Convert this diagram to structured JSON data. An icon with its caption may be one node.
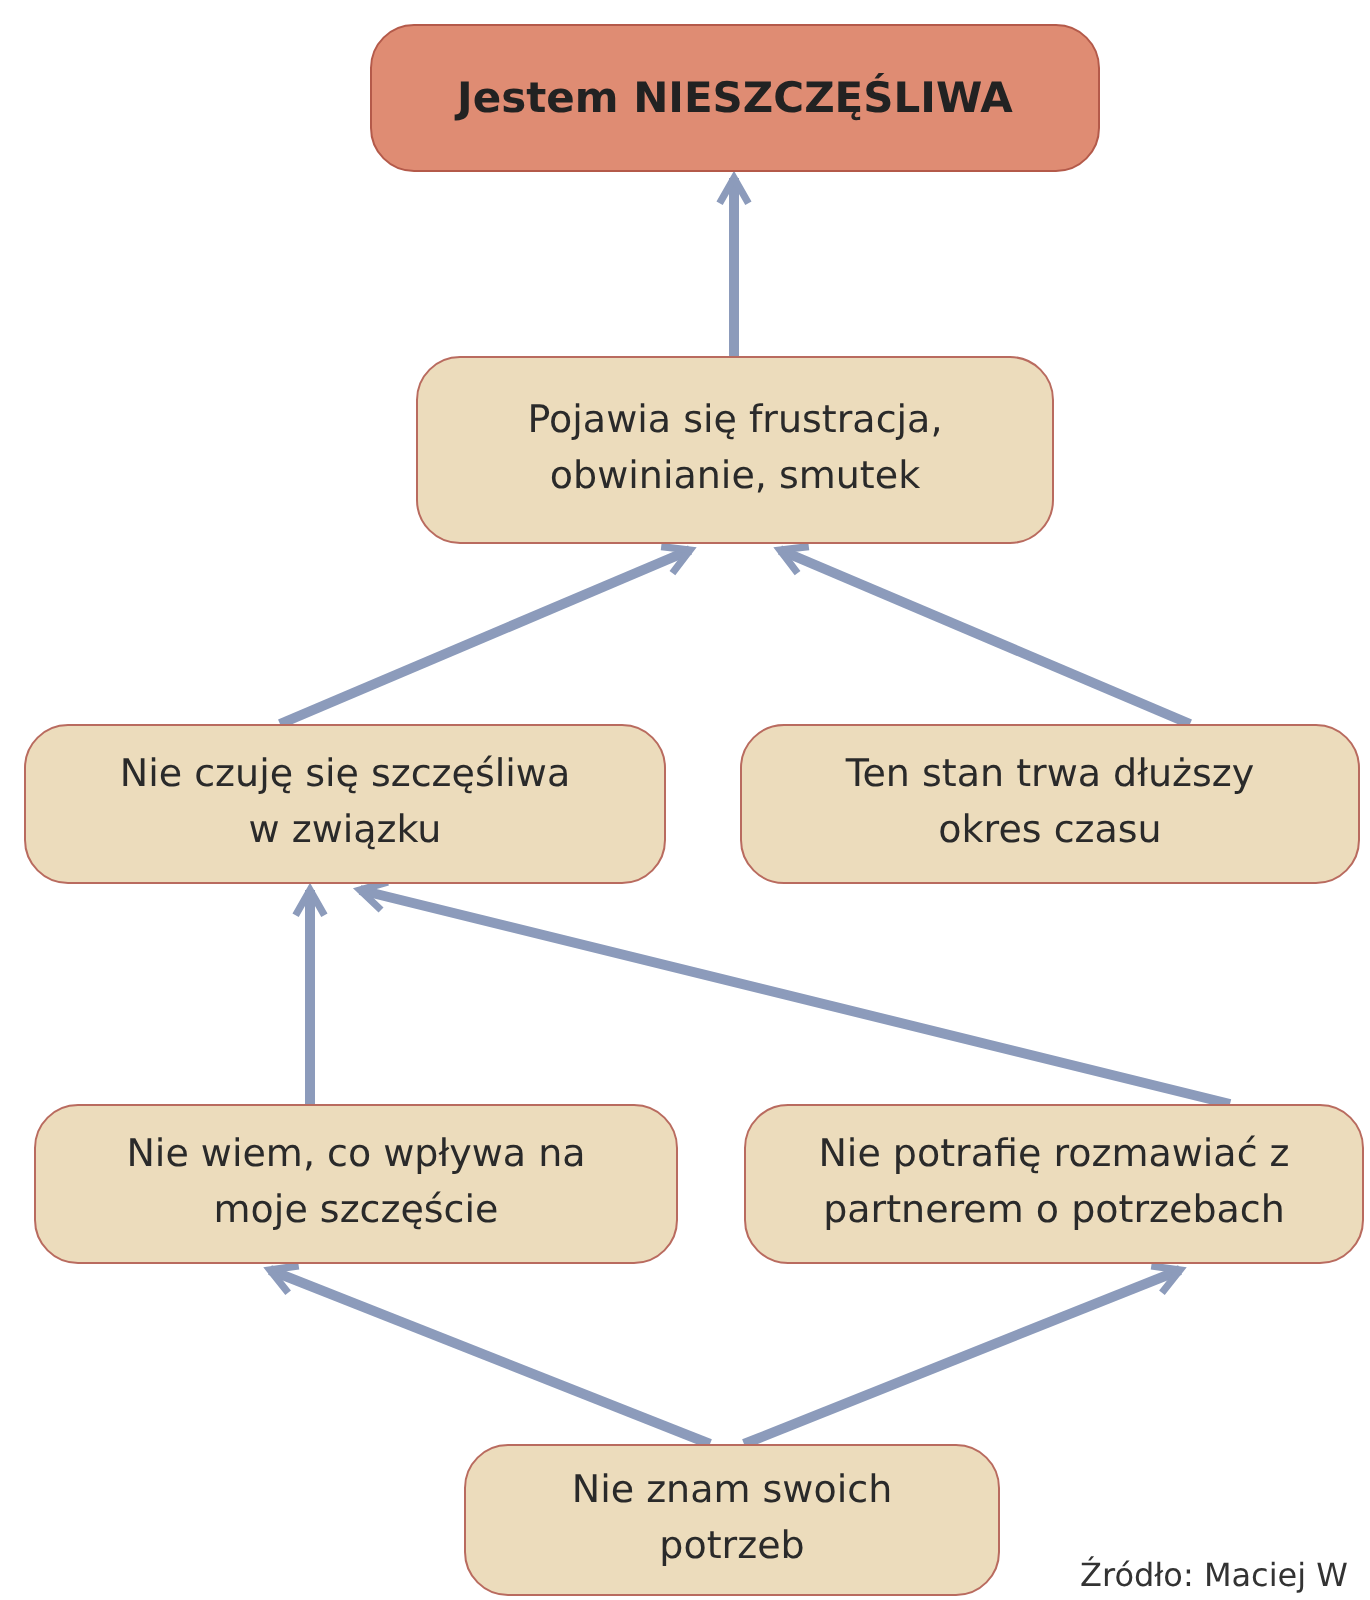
{
  "diagram": {
    "nodes": [
      {
        "text": [
          "Jestem NIESZCZĘŚLIWA"
        ]
      },
      {
        "text": [
          "Pojawia się frustracja, obwinianie, smutek"
        ]
      },
      {
        "text": [
          "Nie czuję się szczęśliwa w związku"
        ]
      },
      {
        "text": [
          "Ten stan trwa dłuższy okres czasu"
        ]
      },
      {
        "text": [
          "Nie wiem, co wpływa na moje szczęście"
        ]
      },
      {
        "text": [
          "Nie potrafię rozmawiać z partnerem o potrzebach"
        ]
      },
      {
        "text": [
          "Nie znam swoich potrzeb"
        ]
      }
    ],
    "edges": [
      {
        "from": 1,
        "to": 0,
        "arrow": "to"
      },
      {
        "from": 2,
        "to": 1,
        "arrow": "to"
      },
      {
        "from": 3,
        "to": 1,
        "arrow": "to"
      },
      {
        "from": 4,
        "to": 2,
        "arrow": "to"
      },
      {
        "from": 5,
        "to": 2,
        "arrow": "to"
      },
      {
        "from": 6,
        "to": 4,
        "arrow": "to"
      },
      {
        "from": 6,
        "to": 5,
        "arrow": "to"
      }
    ],
    "labels": [
      "Źródło: Maciej W"
    ]
  }
}
